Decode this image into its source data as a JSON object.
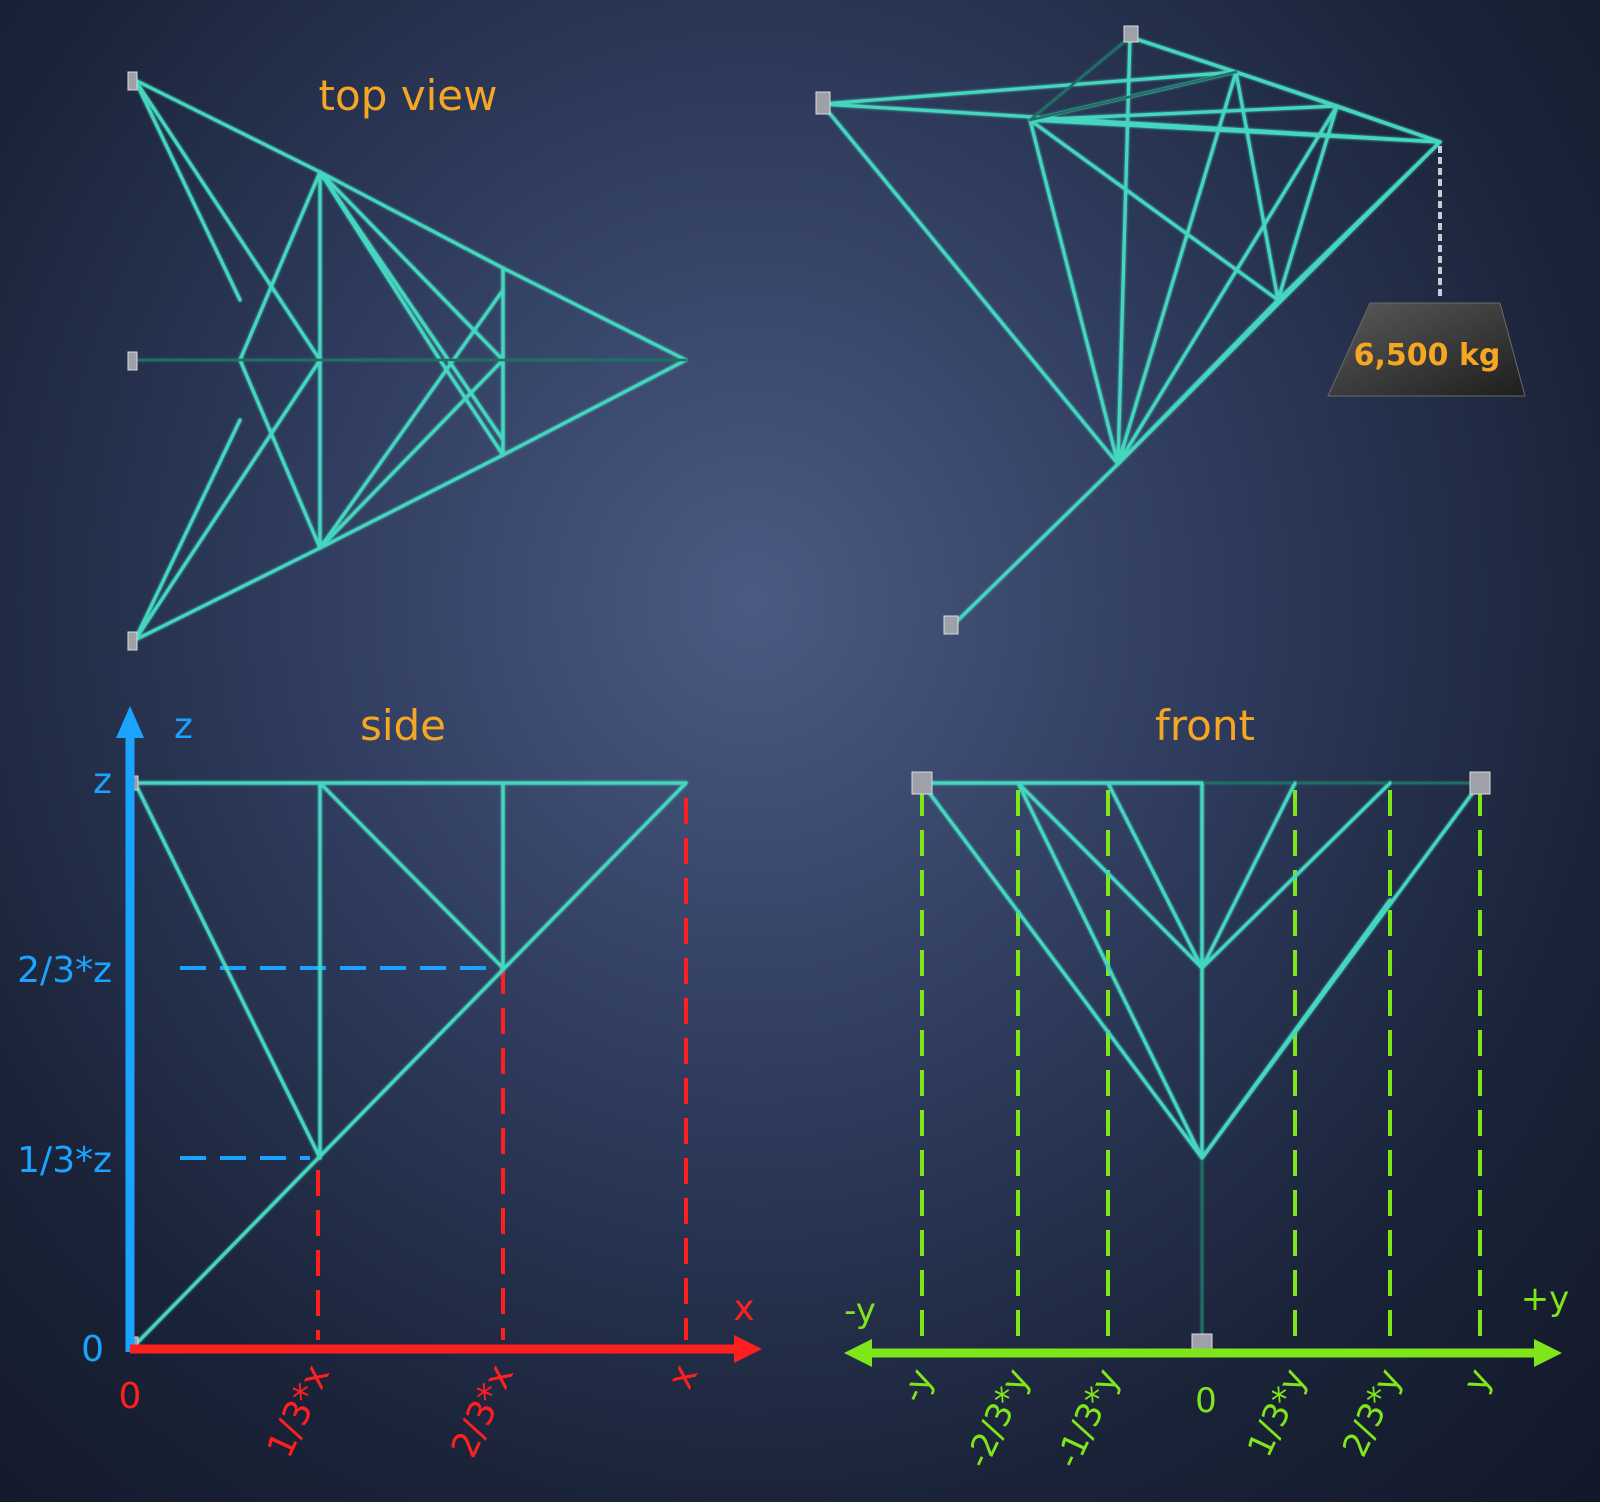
{
  "titles": {
    "top": "top view",
    "side": "side",
    "front": "front"
  },
  "weight": {
    "label": "6,500 kg"
  },
  "side_axes": {
    "z_axis_label": "z",
    "x_axis_label": "x",
    "z_ticks": [
      "z",
      "2/3*z",
      "1/3*z",
      "0"
    ],
    "x_ticks": [
      "0",
      "1/3*x",
      "2/3*x",
      "x"
    ]
  },
  "front_axes": {
    "neg_label": "-y",
    "pos_label": "+y",
    "y_ticks": [
      "-y",
      "-2/3*y",
      "-1/3*y",
      "0",
      "1/3*y",
      "2/3*y",
      "y"
    ]
  },
  "colors": {
    "truss": "#45d6bf",
    "title": "#f5a623",
    "z_axis": "#1aa3ff",
    "x_axis": "#ff1f1f",
    "y_axis": "#7fe61a"
  }
}
